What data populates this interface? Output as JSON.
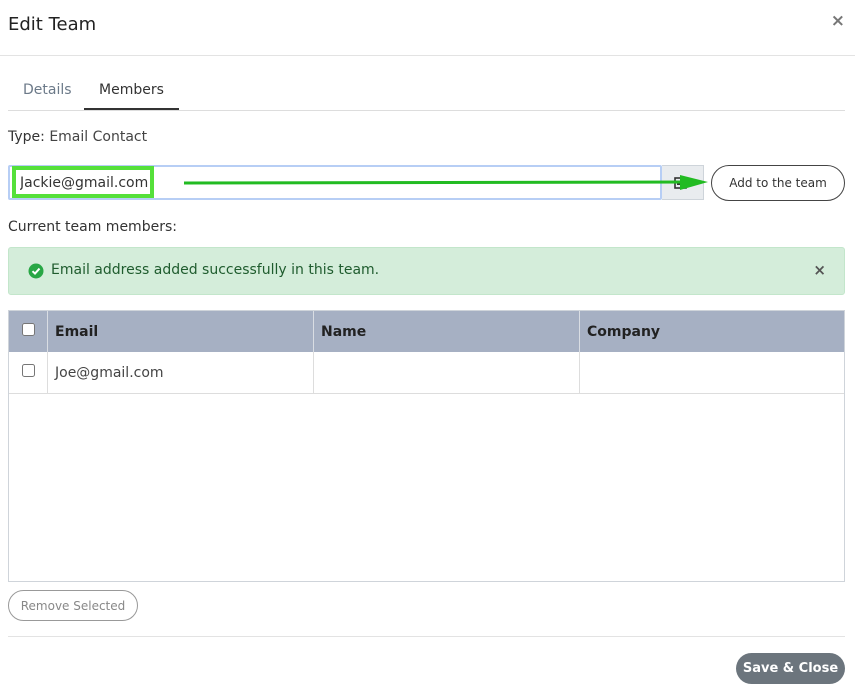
{
  "dialog": {
    "title": "Edit Team",
    "close_symbol": "×"
  },
  "tabs": [
    {
      "label": "Details",
      "active": false
    },
    {
      "label": "Members",
      "active": true
    }
  ],
  "type_line": {
    "label": "Type:",
    "value": "Email Contact"
  },
  "email_input": {
    "value": "Jackie@gmail.com",
    "addon_icon": "contact-card-icon"
  },
  "add_button": {
    "label": "Add to the team"
  },
  "members_label": "Current team members:",
  "alert": {
    "icon": "check-circle-icon",
    "message": "Email address added successfully in this team.",
    "close_symbol": "×",
    "color": "#d4edda"
  },
  "table": {
    "headers": [
      "Email",
      "Name",
      "Company"
    ],
    "rows": [
      {
        "email": "Joe@gmail.com",
        "name": "",
        "company": ""
      }
    ],
    "header_color": "#a6b0c3"
  },
  "remove_button": {
    "label": "Remove Selected"
  },
  "save_button": {
    "label": "Save & Close"
  },
  "annotation": {
    "highlight_color": "#55e03a",
    "arrow_color": "#22bb22"
  }
}
